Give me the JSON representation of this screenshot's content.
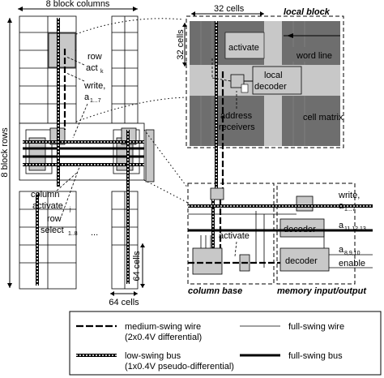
{
  "labels": {
    "block_columns": "8 block columns",
    "block_rows": "8 block rows",
    "cells_32_top": "32 cells",
    "cells_32_side": "32 cells",
    "cells_64_bottom": "64 cells",
    "cells_64_side": "64 cells",
    "local_block": "local block",
    "activate": "activate",
    "word_line": "word line",
    "local_decoder_1": "local",
    "local_decoder_2": "decoder",
    "address_receivers_1": "address",
    "address_receivers_2": "receivers",
    "cell_matrix": "cell matrix",
    "row": "row",
    "act": "act",
    "act_sub": "k",
    "write": "write,",
    "a_write": "a",
    "a_write_sub": "1...7",
    "column": "column",
    "column_activate": "activate",
    "column_activate_sub": "j",
    "row2": "row",
    "select": "select",
    "select_sub": "1..8",
    "dots": "...",
    "activate_col": "activate",
    "column_base": "column base",
    "memory_io": "memory input/output",
    "io_write": "write,",
    "io_a1": "a",
    "io_a1_sub": "1...7",
    "io_a2": "a",
    "io_a2_sub": "11,12,13",
    "io_a3": "a",
    "io_a3_sub": "8,9,10",
    "enable": "enable",
    "decoder_1": "decoder",
    "decoder_2": "decoder"
  },
  "legend": {
    "medium_swing_1": "medium-swing wire",
    "medium_swing_2": "(2x0.4V differential)",
    "full_swing_wire": "full-swing wire",
    "low_swing_1": "low-swing bus",
    "low_swing_2": "(1x0.4V pseudo-differential)",
    "full_swing_bus": "full-swing bus"
  },
  "colors": {
    "dark_gray": "#6e6e6e",
    "light_gray": "#c8c8c8",
    "mid_gray": "#bdbdbd"
  }
}
